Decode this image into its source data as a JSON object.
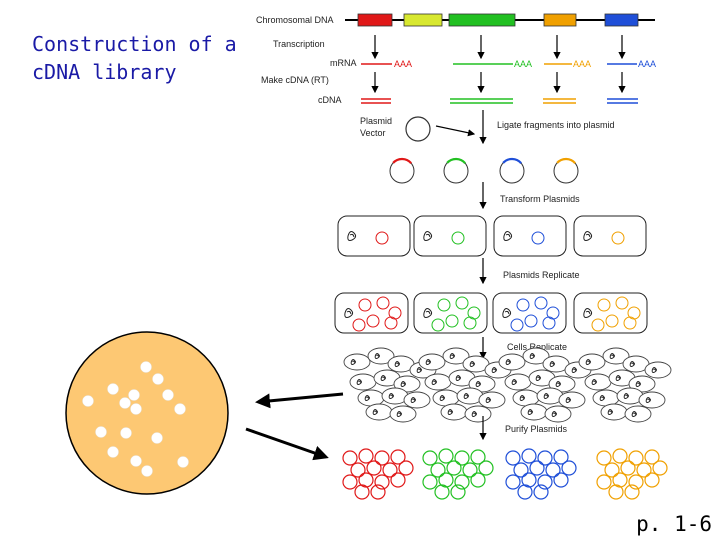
{
  "title": "Construction of a\ncDNA library",
  "page_number": "p. 1-6",
  "labels": {
    "chromosomal_dna": "Chromosomal DNA",
    "transcription": "Transcription",
    "mrna": "mRNA",
    "make_cdna": "Make cDNA (RT)",
    "cdna": "cDNA",
    "plasmid_vector": "Plasmid\nVector",
    "ligate": "Ligate fragments into plasmid",
    "transform": "Transform Plasmids",
    "plasmids_replicate": "Plasmids Replicate",
    "cells_replicate": "Cells Replicate",
    "purify": "Purify Plasmids",
    "poly_a": "AAA"
  },
  "genes": [
    {
      "name": "red",
      "color": "#e01818"
    },
    {
      "name": "yellow",
      "color": "#d8e830"
    },
    {
      "name": "green",
      "color": "#22c022"
    },
    {
      "name": "orange",
      "color": "#f0a000"
    },
    {
      "name": "blue",
      "color": "#1f4fd8"
    }
  ],
  "colors": {
    "plate": "#fdc873",
    "colony": "#ffffff",
    "text_title": "#1a1aa6",
    "mrna_label": "#d03030"
  }
}
